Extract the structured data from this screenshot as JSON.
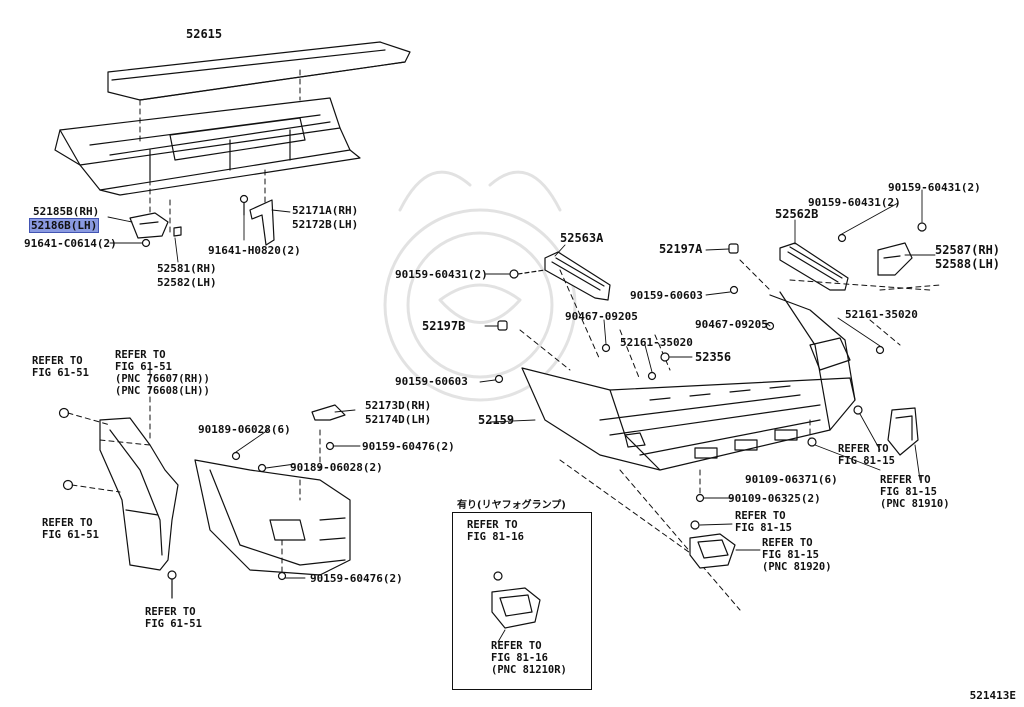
{
  "diagram": {
    "figure_code": "521413E",
    "inset_title": "有り(リヤフォグランプ)",
    "highlight_color": "#8a9ae0",
    "labels": {
      "p52615": "52615",
      "p52185b": "52185B(RH)",
      "p52186b": "52186B(LH)",
      "p91641c": "91641-C0614(2)",
      "p52581": "52581(RH)",
      "p52582": "52582(LH)",
      "p52171a": "52171A(RH)",
      "p52172b": "52172B(LH)",
      "p91641h": "91641-H0820(2)",
      "p52563a": "52563A",
      "p90159_60431_l": "90159-60431(2)",
      "p52197a": "52197A",
      "p90159_60603_t": "90159-60603",
      "p52562b": "52562B",
      "p90159_60431_m": "90159-60431(2)",
      "p90159_60431_r": "90159-60431(2)",
      "p52587": "52587(RH)",
      "p52588": "52588(LH)",
      "p52197b": "52197B",
      "p90467_l": "90467-09205",
      "p90467_r": "90467-09205",
      "p52161_l": "52161-35020",
      "p52161_r": "52161-35020",
      "p52356": "52356",
      "p90159_60603_b": "90159-60603",
      "p52159": "52159",
      "p52173d": "52173D(RH)",
      "p52174d": "52174D(LH)",
      "p90189_6": "90189-06028(6)",
      "p90189_2": "90189-06028(2)",
      "p90159_60476_t": "90159-60476(2)",
      "p90159_60476_b": "90159-60476(2)",
      "p90109_06371": "90109-06371(6)",
      "p90109_06325": "90109-06325(2)"
    },
    "refs": {
      "r_fig6151_tl": "REFER TO\nFIG 61-51",
      "r_fig6151_pnc": "REFER TO\nFIG 61-51\n(PNC 76607(RH))\n(PNC 76608(LH))",
      "r_fig6151_ml": "REFER TO\nFIG 61-51",
      "r_fig6151_b": "REFER TO\nFIG 61-51",
      "r_fig8116_t": "REFER TO\nFIG 81-16",
      "r_fig8116_b": "REFER TO\nFIG 81-16\n(PNC 81210R)",
      "r_fig8115_m": "REFER TO\nFIG 81-15",
      "r_fig8115_pnc920": "REFER TO\nFIG 81-15\n(PNC 81920)",
      "r_fig8115_r": "REFER TO\nFIG 81-15",
      "r_fig8115_pnc910": "REFER TO\nFIG 81-15\n(PNC 81910)"
    }
  }
}
